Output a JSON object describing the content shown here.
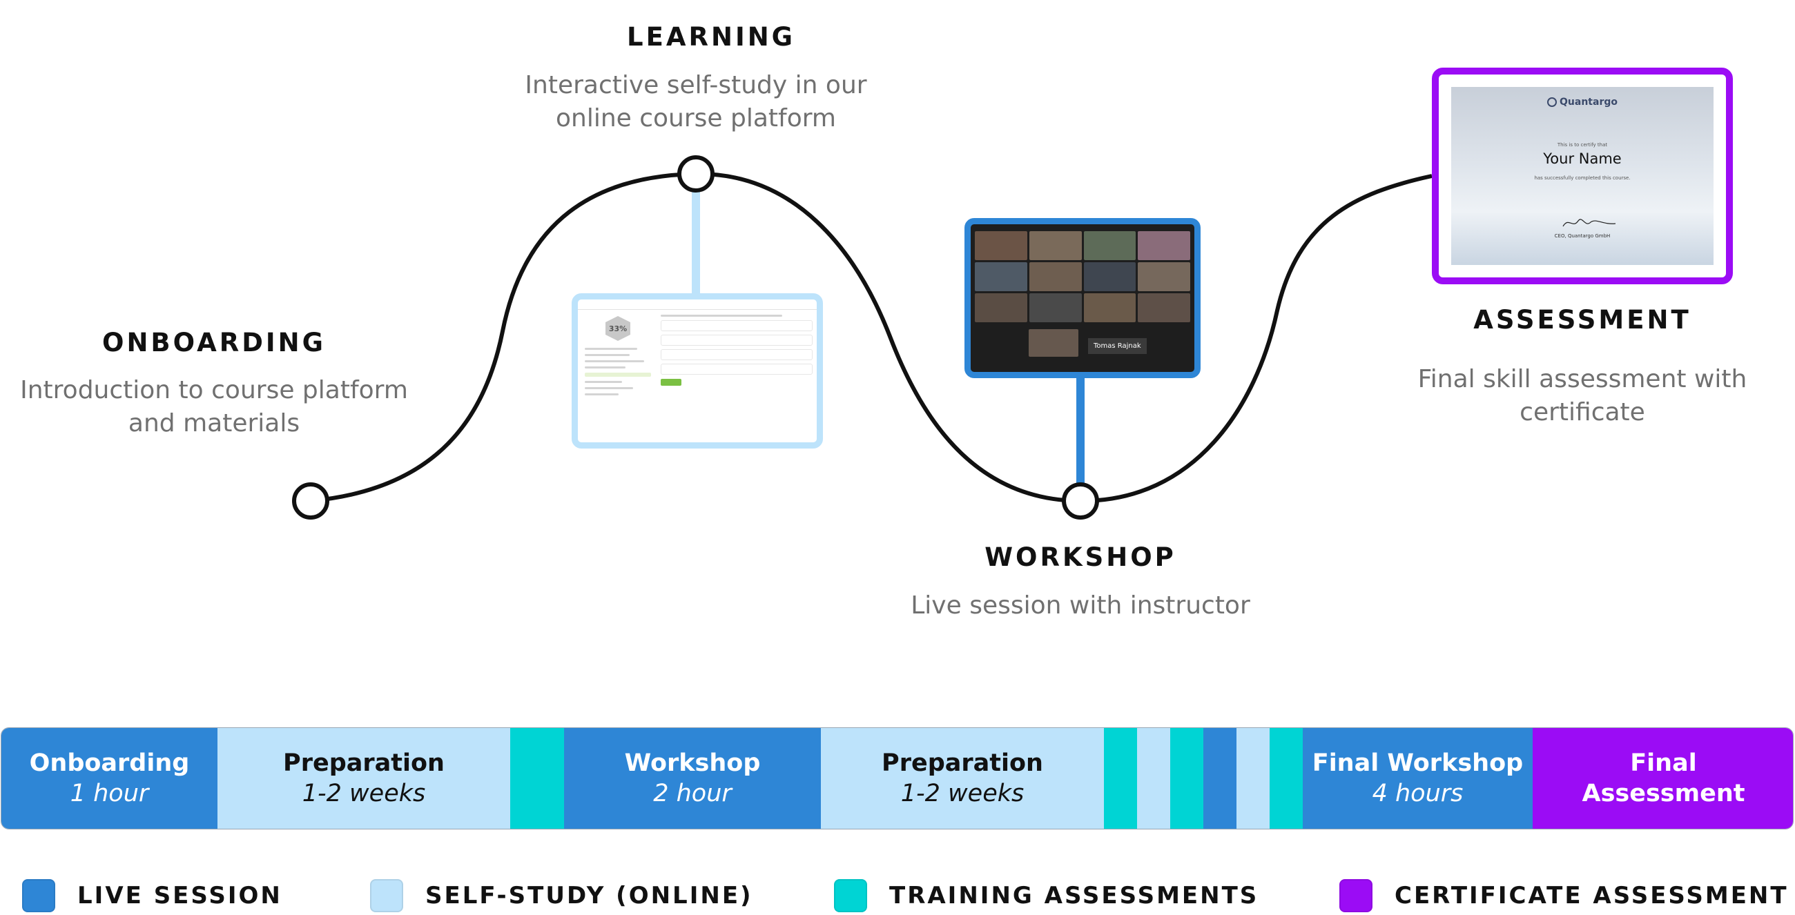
{
  "stages": {
    "onboarding": {
      "title": "ONBOARDING",
      "desc_line1": "Introduction to course platform",
      "desc_line2": "and materials"
    },
    "learning": {
      "title": "LEARNING",
      "desc_line1": "Interactive self-study in our",
      "desc_line2": "online course platform"
    },
    "workshop": {
      "title": "WORKSHOP",
      "desc_line1": "Live session with instructor"
    },
    "assessment": {
      "title": "ASSESSMENT",
      "desc_line1": "Final skill assessment with",
      "desc_line2": "certificate"
    }
  },
  "lms_preview": {
    "progress": "33%"
  },
  "workshop_preview": {
    "participant_name": "Tomas Rajnak"
  },
  "certificate": {
    "brand": "Quantargo",
    "certify_text": "This is to certify that",
    "name": "Your Name",
    "completed_text": "has successfully completed this course.",
    "signer": "CEO, Quantargo GmbH"
  },
  "timeline": [
    {
      "kind": "live",
      "title": "Onboarding",
      "sub": "1 hour"
    },
    {
      "kind": "self",
      "title": "Preparation",
      "sub": "1-2 weeks"
    },
    {
      "kind": "train"
    },
    {
      "kind": "live",
      "title": "Workshop",
      "sub": "2 hour"
    },
    {
      "kind": "self",
      "title": "Preparation",
      "sub": "1-2 weeks"
    },
    {
      "kind": "train"
    },
    {
      "kind": "self"
    },
    {
      "kind": "train"
    },
    {
      "kind": "live"
    },
    {
      "kind": "self"
    },
    {
      "kind": "train"
    },
    {
      "kind": "live",
      "title": "Final Workshop",
      "sub": "4 hours"
    },
    {
      "kind": "cert",
      "title": "Final",
      "title2": "Assessment"
    }
  ],
  "legend": [
    {
      "label": "LIVE SESSION",
      "color": "#2e86d6"
    },
    {
      "label": "SELF-STUDY (ONLINE)",
      "color": "#bde3fb"
    },
    {
      "label": "TRAINING ASSESSMENTS",
      "color": "#00d4d4"
    },
    {
      "label": "CERTIFICATE ASSESSMENT",
      "color": "#9b0cf5"
    }
  ],
  "colors": {
    "live": "#2e86d6",
    "self": "#bde3fb",
    "train": "#00d4d4",
    "cert": "#9b0cf5"
  }
}
